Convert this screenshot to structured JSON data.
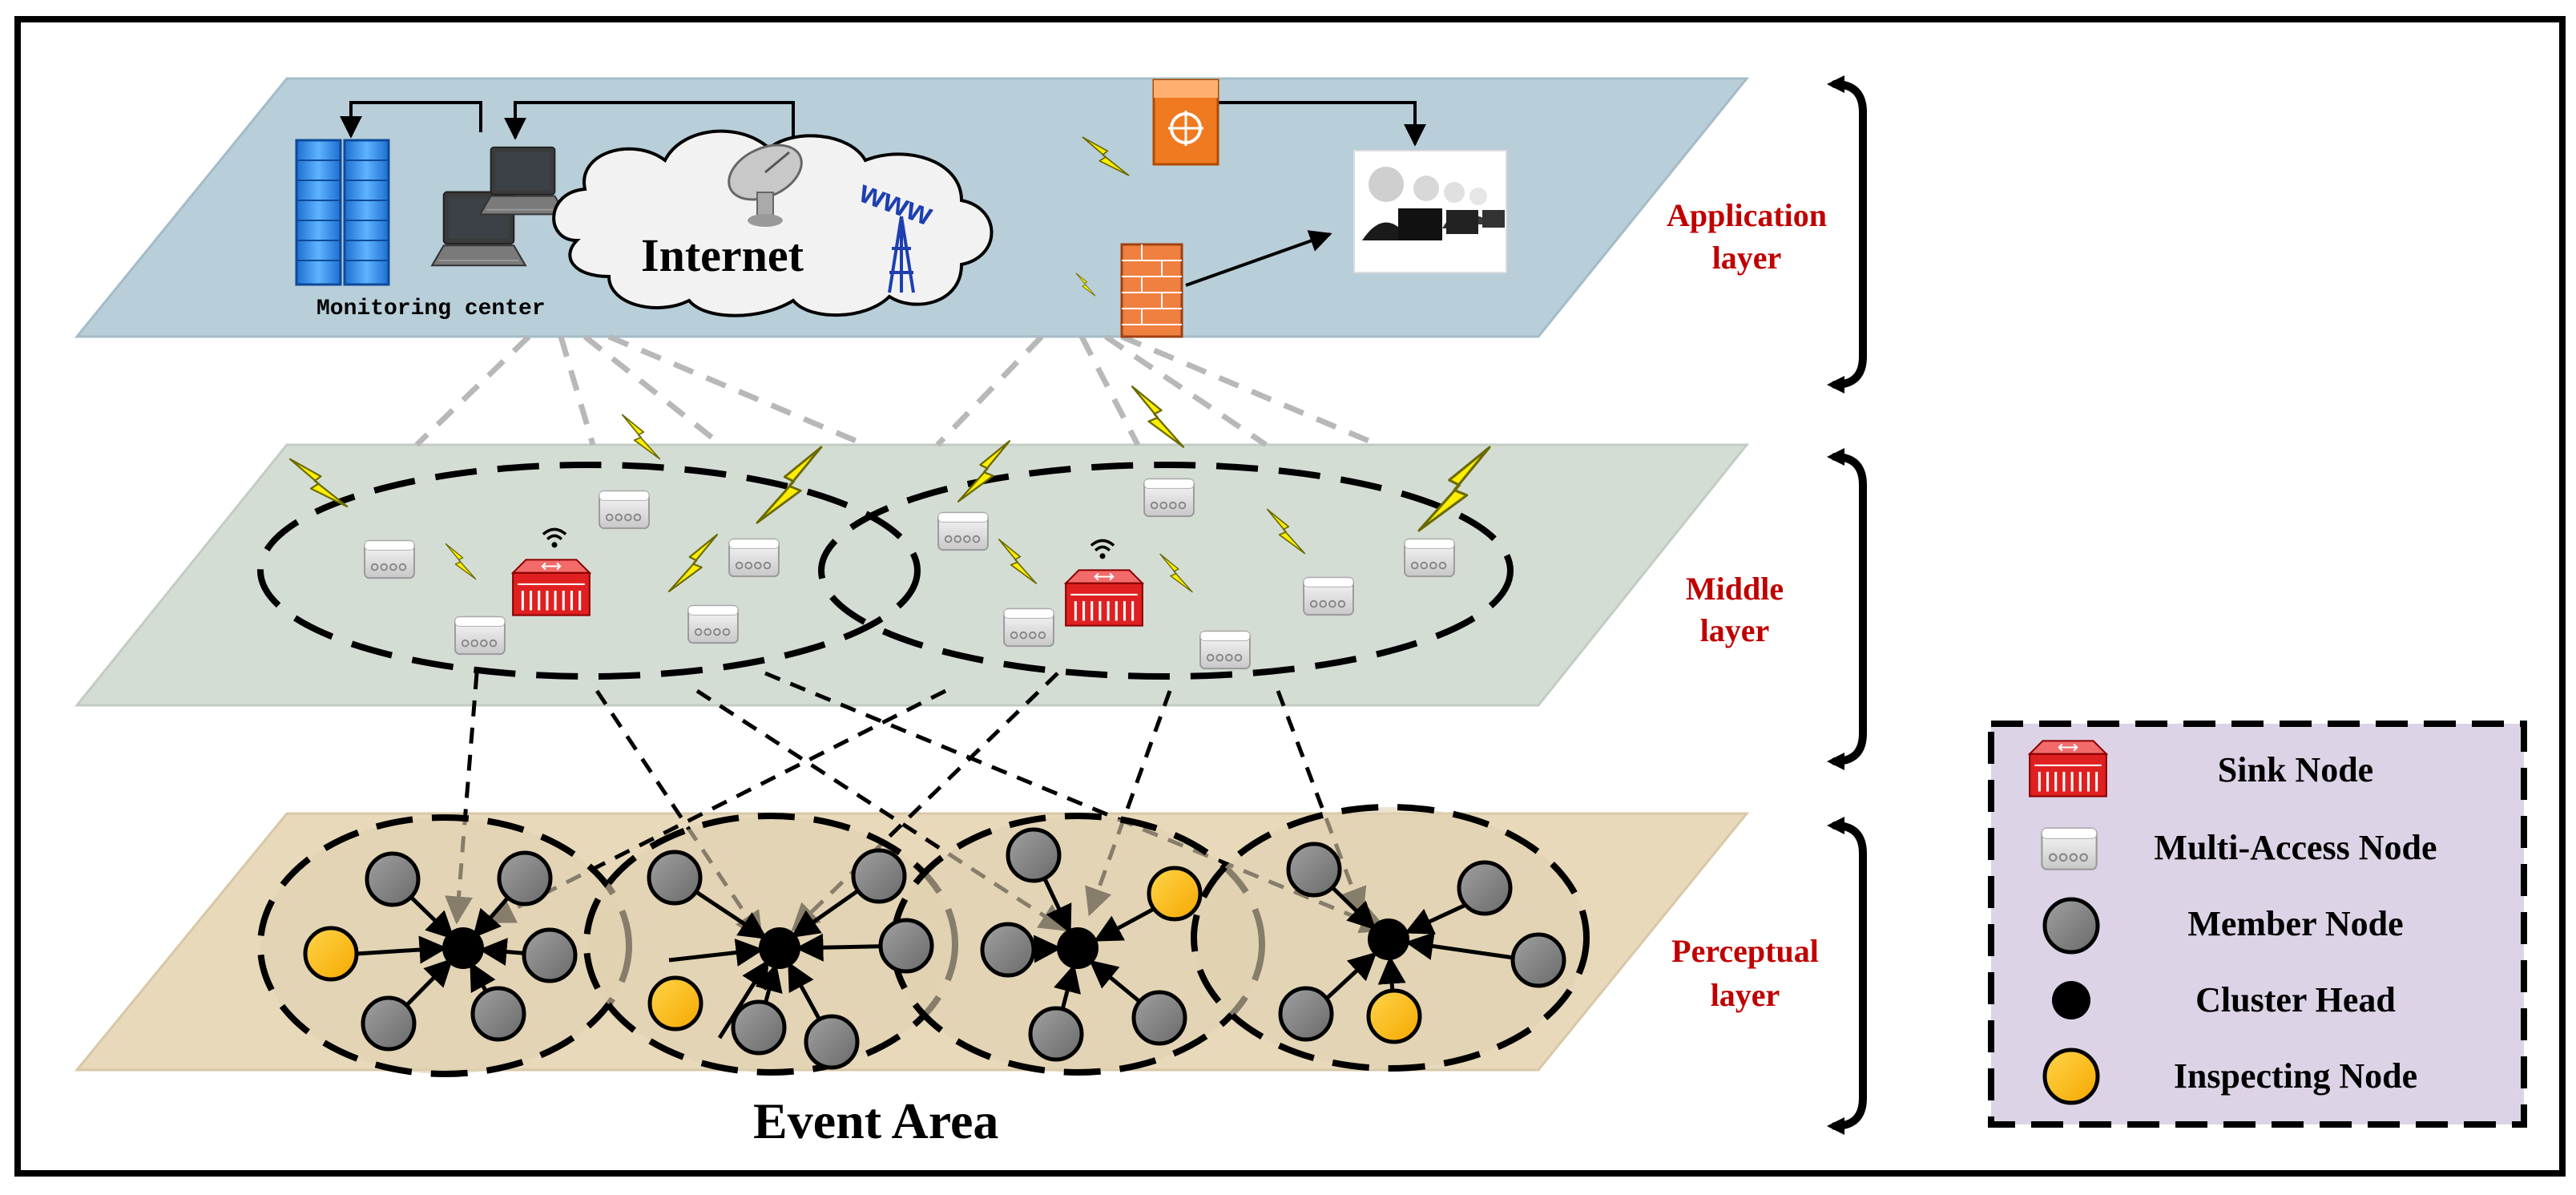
{
  "application_layer": {
    "label_line1": "Application",
    "label_line2": "layer",
    "internet_label": "Internet",
    "monitoring_label": "Monitoring center",
    "www_label": "www"
  },
  "middle_layer": {
    "label_line1": "Middle",
    "label_line2": "layer"
  },
  "perceptual_layer": {
    "label_line1": "Perceptual",
    "label_line2": "layer",
    "area_label": "Event Area"
  },
  "legend": {
    "items": [
      {
        "label": "Sink Node",
        "icon": "sink-node-icon"
      },
      {
        "label": "Multi-Access Node",
        "icon": "multi-access-node-icon"
      },
      {
        "label": "Member Node",
        "icon": "member-node-icon"
      },
      {
        "label": "Cluster Head",
        "icon": "cluster-head-icon"
      },
      {
        "label": "Inspecting Node",
        "icon": "inspecting-node-icon"
      }
    ]
  },
  "colors": {
    "application_plane": "#b8ced8",
    "middle_plane": "#d4ddd4",
    "perceptual_plane": "#e8d9bb",
    "legend_bg": "#ddd3e6",
    "label_red": "#c00000",
    "member_node": "#808080",
    "inspecting_node": "#ffc000",
    "sink_red": "#e02020",
    "bolt_yellow": "#ffee00"
  }
}
